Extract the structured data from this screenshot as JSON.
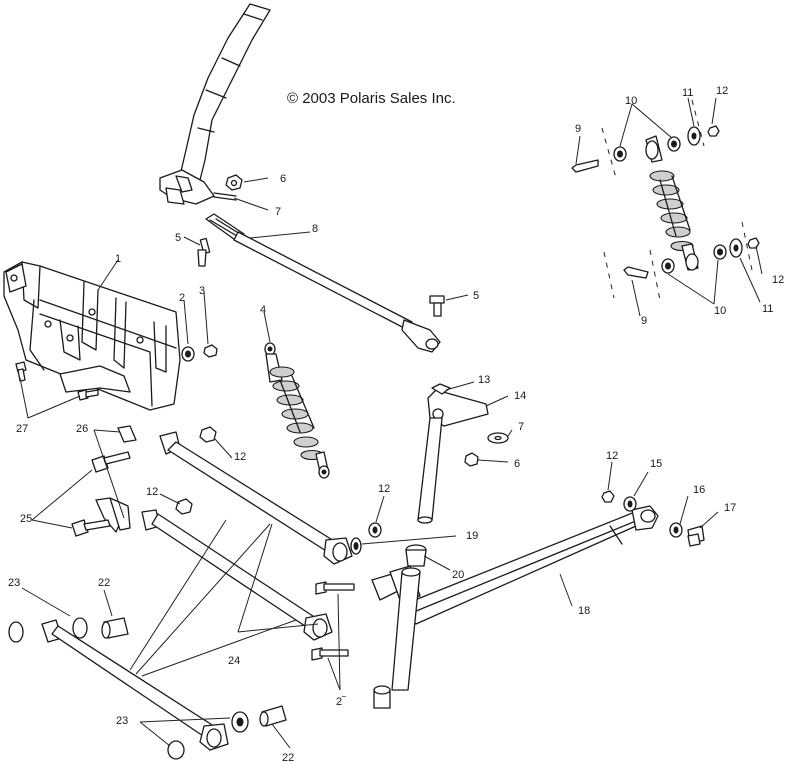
{
  "copyright": "© 2003 Polaris Sales Inc.",
  "callouts": {
    "c1": "1",
    "c2": "2",
    "c3": "3",
    "c4": "4",
    "c5a": "5",
    "c5b": "5",
    "c6a": "6",
    "c6b": "6",
    "c7a": "7",
    "c7b": "7",
    "c8": "8",
    "c9a": "9",
    "c9b": "9",
    "c10a": "10",
    "c10b": "10",
    "c11a": "11",
    "c11b": "11",
    "c12a": "12",
    "c12b": "12",
    "c12c": "12",
    "c12d": "12",
    "c12e": "12",
    "c12f": "12",
    "c13": "13",
    "c14": "14",
    "c15": "15",
    "c16": "16",
    "c17": "17",
    "c18": "18",
    "c19": "19",
    "c20": "20",
    "c21": "2‾",
    "c22a": "22",
    "c22b": "22",
    "c23a": "23",
    "c23b": "23",
    "c24": "24",
    "c25": "25",
    "c26": "26",
    "c27": "27"
  }
}
